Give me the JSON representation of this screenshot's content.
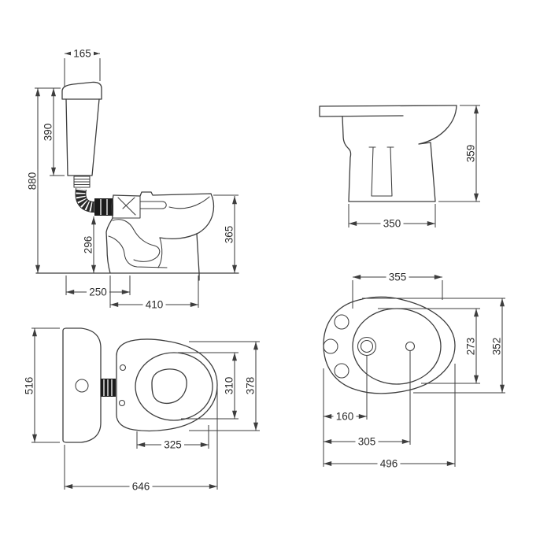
{
  "drawing": {
    "background_color": "#ffffff",
    "line_color": "#3d3d3d",
    "text_color": "#2c2c2c",
    "views": {
      "toilet_side": {
        "dims": {
          "cistern_depth": "165",
          "cistern_height": "390",
          "overall_height": "880",
          "flush_pipe_height": "296",
          "pan_height": "365",
          "trap_setout": "250",
          "pan_depth": "410"
        }
      },
      "pan_rear": {
        "dims": {
          "height": "359",
          "width": "350"
        }
      },
      "toilet_plan": {
        "dims": {
          "cistern_width": "516",
          "seat_opening_length": "310",
          "seat_width": "378",
          "bowl_length": "325",
          "overall_length": "646"
        }
      },
      "bidet_plan": {
        "dims": {
          "rim_length": "355",
          "rim_width": "273",
          "overall_width": "352",
          "tap_centre_setout": "160",
          "drain_centre_setout": "305",
          "overall_length": "496"
        }
      }
    }
  }
}
